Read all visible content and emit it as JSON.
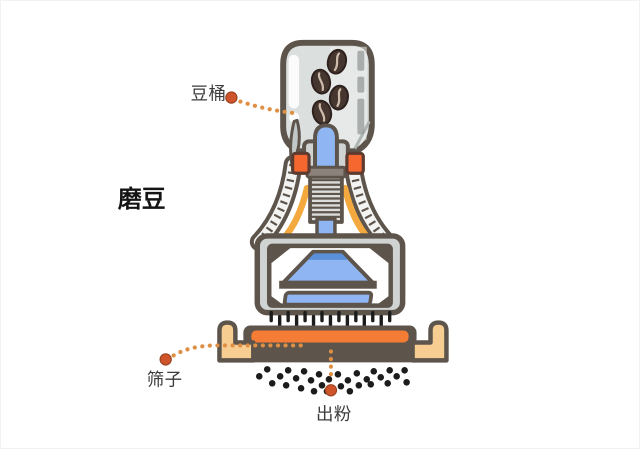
{
  "labels": {
    "step": "磨豆",
    "hopper": "豆桶",
    "sieve": "筛子",
    "powder": "出粉"
  },
  "colors": {
    "background": "#ffffff",
    "outline": "#5d544c",
    "hopper_gray": "#dbdfdd",
    "housing_gray": "#cfd4d3",
    "blue": "#8fb6f2",
    "blue_dark": "#5c8fd9",
    "accent_orange": "#f57c35",
    "clamp_orange": "#f5672f",
    "handle_tan": "#f8cd92",
    "amber": "#f3a93e",
    "bean_brown": "#45362f",
    "pointer_line_orange": "#df8f44",
    "pointer_dot_orange": "#d0542b",
    "powder_black": "#1c1c1c",
    "label_text": "#3c3c3c",
    "step_text": "#141414"
  }
}
